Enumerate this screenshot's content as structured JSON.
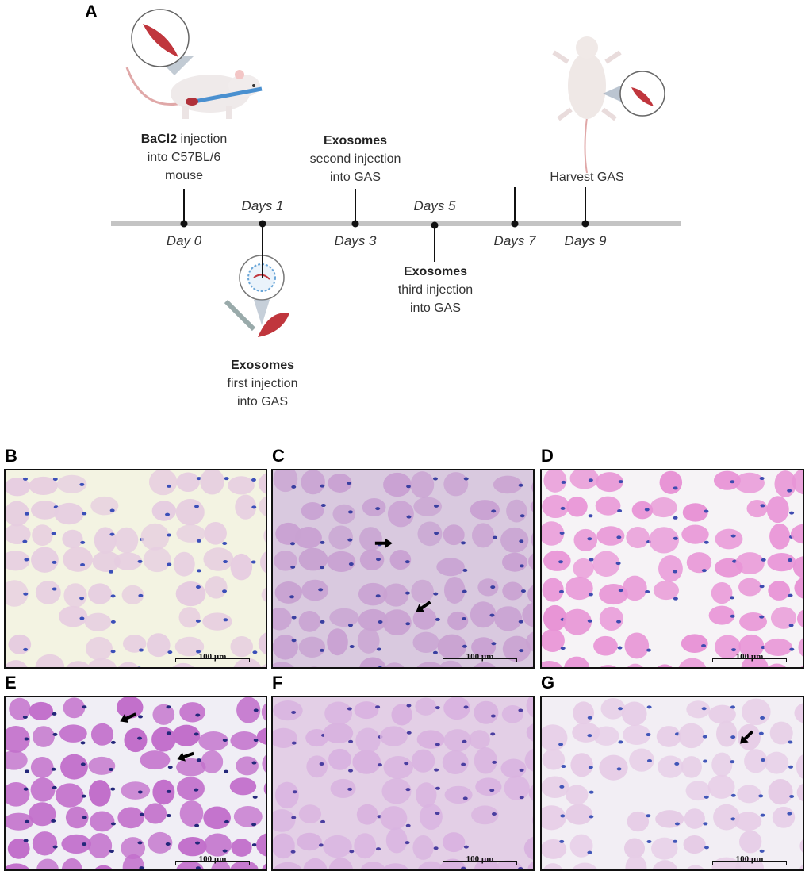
{
  "panel_labels": {
    "a": "A",
    "b": "B",
    "c": "C",
    "d": "D",
    "e": "E",
    "f": "F",
    "g": "G"
  },
  "timeline": {
    "day0": "Day 0",
    "days1": "Days 1",
    "days3": "Days 3",
    "days5": "Days 5",
    "days7": "Days 7",
    "days9": "Days 9",
    "bacl2_bold": "BaCl2",
    "bacl2_rest": " injection",
    "bacl2_line2": "into C57BL/6",
    "bacl2_line3": "mouse",
    "exo2_bold": "Exosomes",
    "exo2_line2": "second injection",
    "exo2_line3": "into GAS",
    "exo3_bold": "Exosomes",
    "exo3_line2": "third injection",
    "exo3_line3": "into GAS",
    "exo1_bold": "Exosomes",
    "exo1_line2": "first injection",
    "exo1_line3": "into GAS",
    "harvest": "Harvest GAS"
  },
  "scale_bar": "100 µm",
  "panels": [
    {
      "id": "B",
      "bg": "#f3f3e2",
      "cell": "#e6cde0",
      "nucleus": "#3b4fb8",
      "arrows": 0
    },
    {
      "id": "C",
      "bg": "#d9c9df",
      "cell": "#c9a2d2",
      "nucleus": "#3a3fa0",
      "arrows": 2
    },
    {
      "id": "D",
      "bg": "#f6f3f6",
      "cell": "#e894d6",
      "nucleus": "#3e4bb0",
      "arrows": 0
    },
    {
      "id": "E",
      "bg": "#f0eef5",
      "cell": "#c26fcb",
      "nucleus": "#23277a",
      "arrows": 2
    },
    {
      "id": "F",
      "bg": "#e3cfe6",
      "cell": "#d9b3e0",
      "nucleus": "#4a3ea0",
      "arrows": 0
    },
    {
      "id": "G",
      "bg": "#f2eef4",
      "cell": "#e6cce6",
      "nucleus": "#4156b8",
      "arrows": 1
    }
  ]
}
